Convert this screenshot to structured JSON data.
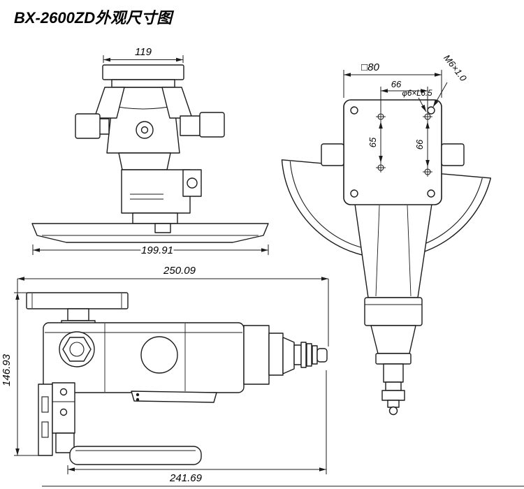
{
  "title": "BX-2600ZD外观尺寸图",
  "front_view": {
    "width_top": "119",
    "width_base": "199.91"
  },
  "side_view": {
    "square_size": "□80",
    "hole_spacing_top": "66",
    "hole_spec": "φ6×L6.5",
    "thread_spec": "M6×1.0",
    "hole_spacing_left": "65",
    "hole_spacing_right": "66"
  },
  "profile_view": {
    "overall_length": "250.09",
    "overall_height": "146.93",
    "base_length": "241.69"
  }
}
